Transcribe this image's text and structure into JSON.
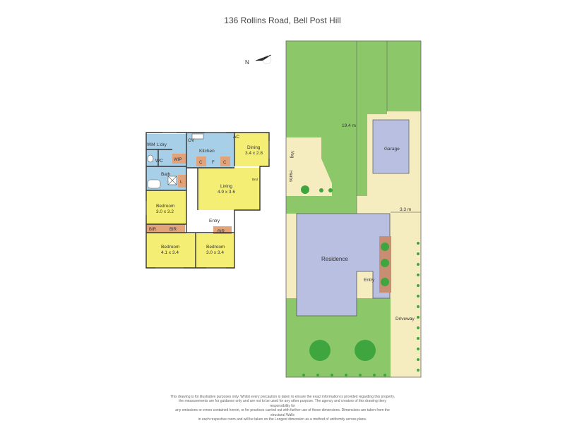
{
  "title": "136 Rollins Road, Bell Post Hill",
  "compass": {
    "label": "N"
  },
  "rooms": {
    "wm": "WM",
    "laundry": "L'dry",
    "wc": "WC",
    "bath": "Bath",
    "wip": "WIP",
    "l": "L",
    "kitchen": "Kitchen",
    "ov": "OV",
    "ac": "AC",
    "dining": {
      "name": "Dining",
      "size": "3.4 x 2.8"
    },
    "c1": "C",
    "f": "F",
    "c2": "C",
    "living": {
      "name": "Living",
      "size": "4.9 x 3.6"
    },
    "bench": "Bnd",
    "bedroom1": {
      "name": "Bedroom",
      "size": "3.0 x 3.2"
    },
    "entry": "Entry",
    "bir1": "BIR",
    "bir2": "BIR",
    "bir3": "BIR",
    "bedroom2": {
      "name": "Bedroom",
      "size": "4.1 x 3.4"
    },
    "bedroom3": {
      "name": "Bedroom",
      "size": "3.0 x 3.4"
    }
  },
  "site": {
    "width_label": "19.4 m",
    "side_label": "3.3 m",
    "garage": "Garage",
    "veg": "Veg",
    "herbs": "Herbs",
    "residence": "Residence",
    "entry": "Entry",
    "driveway": "Driveway"
  },
  "colors": {
    "lawn": "#8cc86a",
    "sand": "#f5ecc0",
    "building": "#b8bfe0",
    "yellow_room": "#f5ee75",
    "blue_room": "#a8cfe8",
    "storage": "#e2a27a",
    "plant": "#3fa63f",
    "garden_bed": "#c98e72"
  },
  "disclaimer": [
    "This drawing is for illustrative purposes only. Whilst every precaution is taken to ensure the exact information is provided regarding this property,",
    "the measurements are for guidance only and are not to be used for any other purpose. The agency and creators of this drawing deny responsibility for",
    "any omissions or errors contained herein, or for practices carried out with further use of these dimensions. Dimensions are taken from the structural Walls",
    "in each respective room and will be taken on the Longest dimension as a method of uniformity across plans."
  ]
}
